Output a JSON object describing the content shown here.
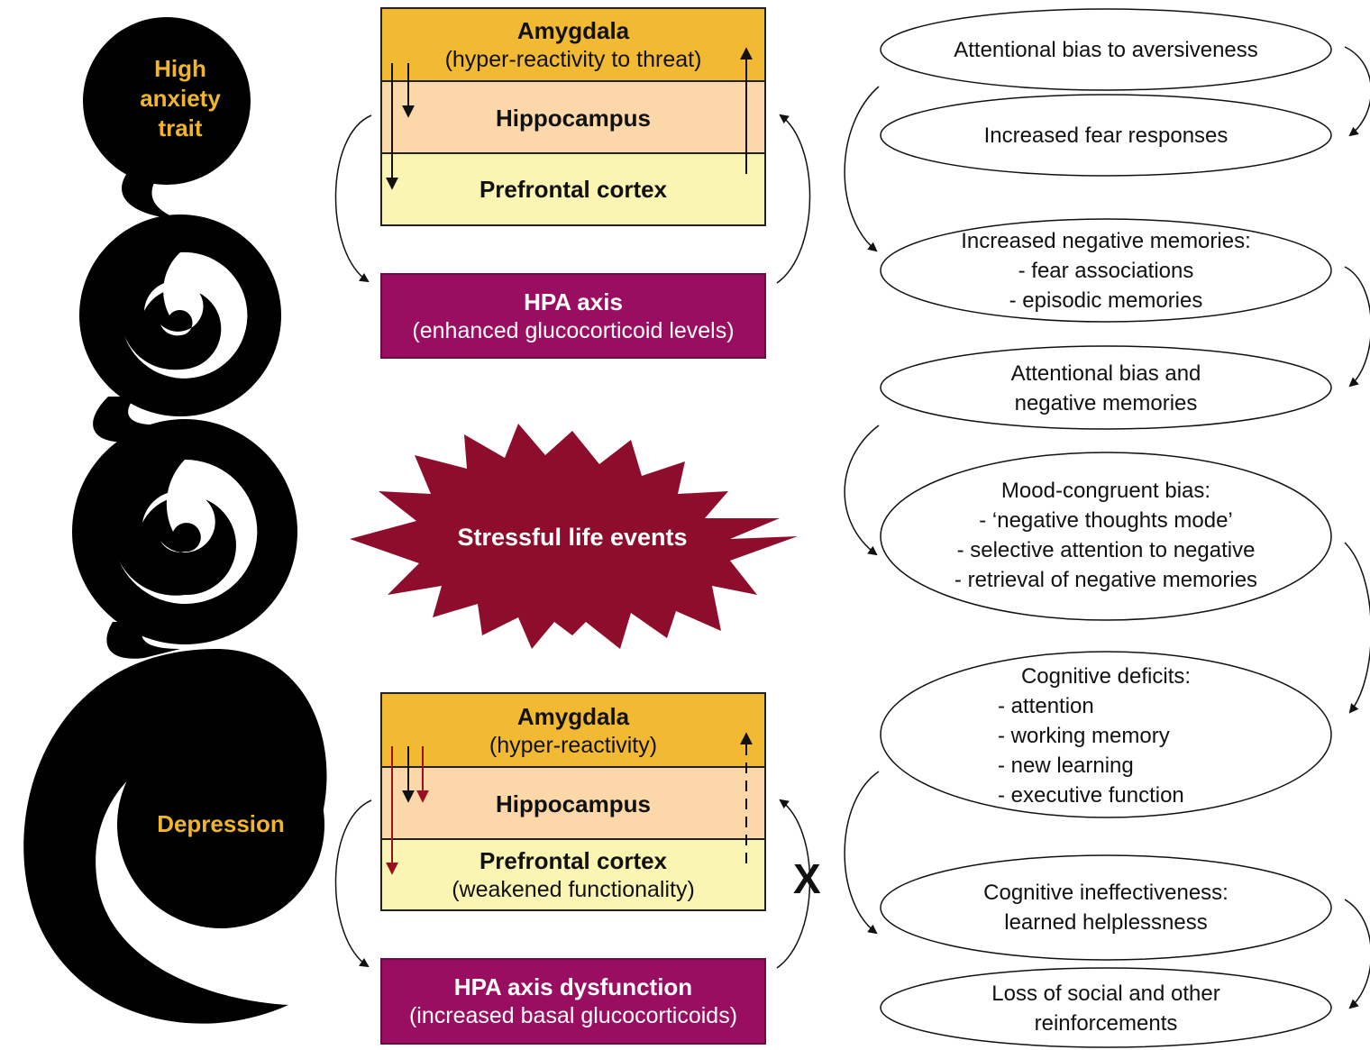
{
  "spiral": {
    "top_label": [
      "High",
      "anxiety",
      "trait"
    ],
    "bottom_label": "Depression"
  },
  "top_panel": {
    "amygdala_title": "Amygdala",
    "amygdala_sub": "(hyper-reactivity to threat)",
    "hippocampus": "Hippocampus",
    "prefrontal": "Prefrontal cortex",
    "hpa_title": "HPA axis",
    "hpa_sub": "(enhanced glucocorticoid levels)"
  },
  "center": {
    "stress": "Stressful life events"
  },
  "bottom_panel": {
    "amygdala_title": "Amygdala",
    "amygdala_sub": "(hyper-reactivity)",
    "hippocampus": "Hippocampus",
    "prefrontal": "Prefrontal cortex",
    "prefrontal_sub": "(weakened functionality)",
    "hpa_title": "HPA axis dysfunction",
    "hpa_sub": "(increased basal glucocorticoids)",
    "block_mark": "X"
  },
  "ellipses": [
    {
      "lines": [
        "Attentional bias to aversiveness"
      ]
    },
    {
      "lines": [
        "Increased fear responses"
      ]
    },
    {
      "lines": [
        "Increased negative memories:",
        "- fear associations",
        "- episodic memories"
      ]
    },
    {
      "lines": [
        "Attentional bias and",
        "negative memories"
      ]
    },
    {
      "lines": [
        "Mood-congruent bias:",
        "- ‘negative thoughts mode’",
        "- selective attention to negative",
        "- retrieval of negative memories"
      ]
    },
    {
      "lines": [
        "Cognitive deficits:",
        "- attention",
        "- working memory",
        "- new learning",
        "- executive function"
      ]
    },
    {
      "lines": [
        "Cognitive ineffectiveness:",
        "learned helplessness"
      ]
    },
    {
      "lines": [
        "Loss of social and other",
        "reinforcements"
      ]
    }
  ],
  "colors": {
    "amygdala": "#f2b933",
    "hippocampus": "#fbd7a9",
    "prefrontal": "#fbf5b4",
    "hpa": "#9a0e62",
    "stress_star": "#8e0d2c",
    "spiral_label": "#f0b52b",
    "red_arrow": "#9b1020"
  },
  "icons": [
    "spiral-shape",
    "starburst-shape",
    "arrow-icon"
  ]
}
